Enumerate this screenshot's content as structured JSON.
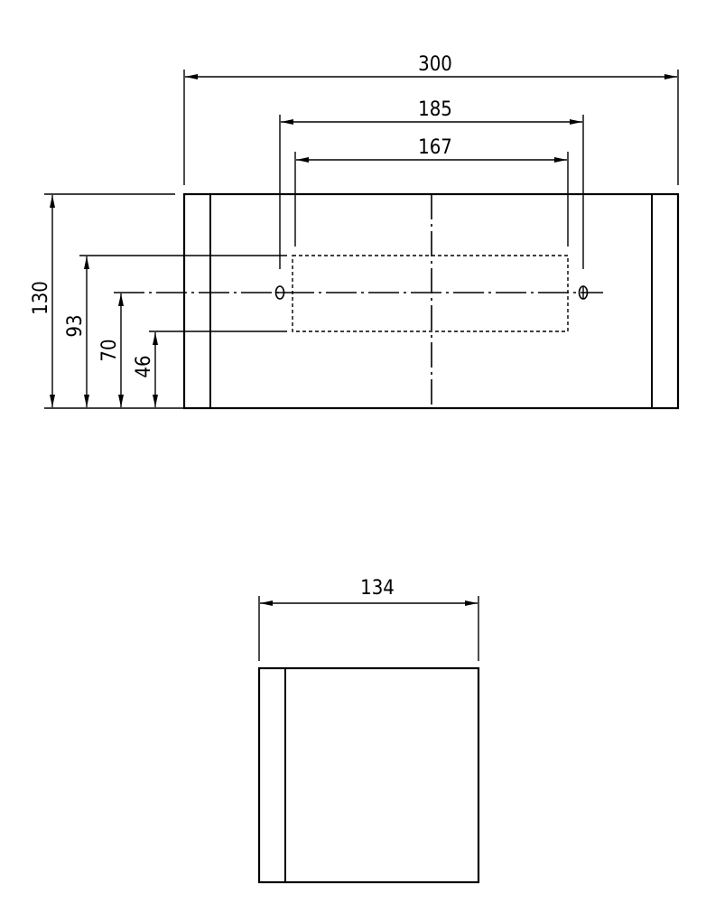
{
  "front_view": {
    "dims": {
      "overall_width": "300",
      "hole_spacing": "185",
      "cutout_width": "167",
      "height": "130",
      "cutout_top": "93",
      "hole_height": "70",
      "cutout_bottom": "46"
    },
    "hole_symbol": "θ"
  },
  "side_view": {
    "dims": {
      "depth": "134"
    }
  },
  "colors": {
    "line": "#000000",
    "background": "#ffffff"
  }
}
